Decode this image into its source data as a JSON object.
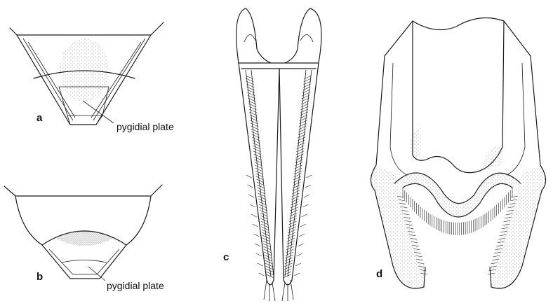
{
  "panels": {
    "a": {
      "label": "a",
      "callout": "pygidial plate"
    },
    "b": {
      "label": "b",
      "callout": "pygidial plate"
    },
    "c": {
      "label": "c"
    },
    "d": {
      "label": "d"
    }
  },
  "colors": {
    "ink": "#1a1a1a",
    "stipple": "#555555",
    "background": "#ffffff"
  }
}
